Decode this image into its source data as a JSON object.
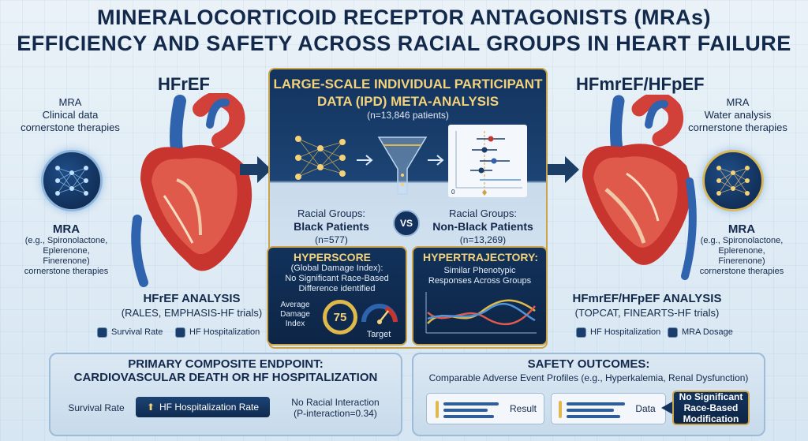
{
  "title": {
    "line1": "MINERALOCORTICOID RECEPTOR ANTAGONISTS (MRAs)",
    "line2": "EFFICIENCY AND SAFETY ACROSS RACIAL GROUPS IN HEART FAILURE"
  },
  "left": {
    "heading": "HFrEF",
    "top_label_1": "MRA",
    "top_label_2": "Clinical data",
    "top_label_3": "cornerstone therapies",
    "mra_title": "MRA",
    "mra_examples": [
      "(e.g., Spironolactone,",
      "Eplerenone,",
      "Finerenone)"
    ],
    "mra_footer": "cornerstone therapies",
    "analysis_title": "HFrEF ANALYSIS",
    "analysis_trials": "(RALES, EMPHASIS-HF trials)",
    "chips": [
      "Survival Rate",
      "HF Hospitalization"
    ]
  },
  "right": {
    "heading": "HFmrEF/HFpEF",
    "top_label_1": "MRA",
    "top_label_2": "Water analysis",
    "top_label_3": "cornerstone therapies",
    "mra_title": "MRA",
    "mra_examples": [
      "(e.g., Spironolactone,",
      "Eplerenone,",
      "Finerenone)"
    ],
    "mra_footer": "cornerstone therapies",
    "analysis_title": "HFmrEF/HFpEF ANALYSIS",
    "analysis_trials": "(TOPCAT, FINEARTS-HF trials)",
    "chips": [
      "HF Hospitalization",
      "MRA Dosage"
    ]
  },
  "center": {
    "heading_line1": "LARGE-SCALE INDIVIDUAL PARTICIPANT",
    "heading_line2": "DATA (IPD) META-ANALYSIS",
    "patients": "(n=13,846 patients)",
    "graph_axis_zero": "0",
    "group_left_label": "Racial Groups:",
    "group_left_name": "Black Patients",
    "group_left_n": "(n=577)",
    "vs": "VS",
    "group_right_label": "Racial Groups:",
    "group_right_name": "Non-Black Patients",
    "group_right_n": "(n=13,269)"
  },
  "hyperscore": {
    "title": "HYPERSCORE",
    "subtitle": "(Global Damage Index):",
    "desc_line1": "No Significant Race-Based",
    "desc_line2": "Difference identified",
    "index_label_1": "Average",
    "index_label_2": "Damage",
    "index_label_3": "Index",
    "score": "75",
    "target_label": "Target"
  },
  "hypertrajectory": {
    "title": "HYPERTRAJECTORY:",
    "desc_line1": "Similar Phenotypic",
    "desc_line2": "Responses Across Groups"
  },
  "endpoint": {
    "title_line1": "PRIMARY COMPOSITE ENDPOINT:",
    "title_line2": "CARDIOVASCULAR DEATH OR HF HOSPITALIZATION",
    "survival": "Survival Rate",
    "pill": "HF Hospitalization Rate",
    "interaction_line1": "No Racial Interaction",
    "interaction_line2": "(P-interaction=0.34)"
  },
  "safety": {
    "title": "SAFETY OUTCOMES:",
    "subtitle": "Comparable Adverse Event Profiles (e.g., Hyperkalemia, Renal Dysfunction)",
    "box1": "Result",
    "box2": "Data",
    "badge_line1": "No Significant",
    "badge_line2": "Race-Based",
    "badge_line3": "Modification"
  },
  "colors": {
    "navy": "#13294b",
    "gold": "#c9a44a",
    "heart_red": "#c8342e",
    "vessel_blue": "#2f63ad"
  }
}
